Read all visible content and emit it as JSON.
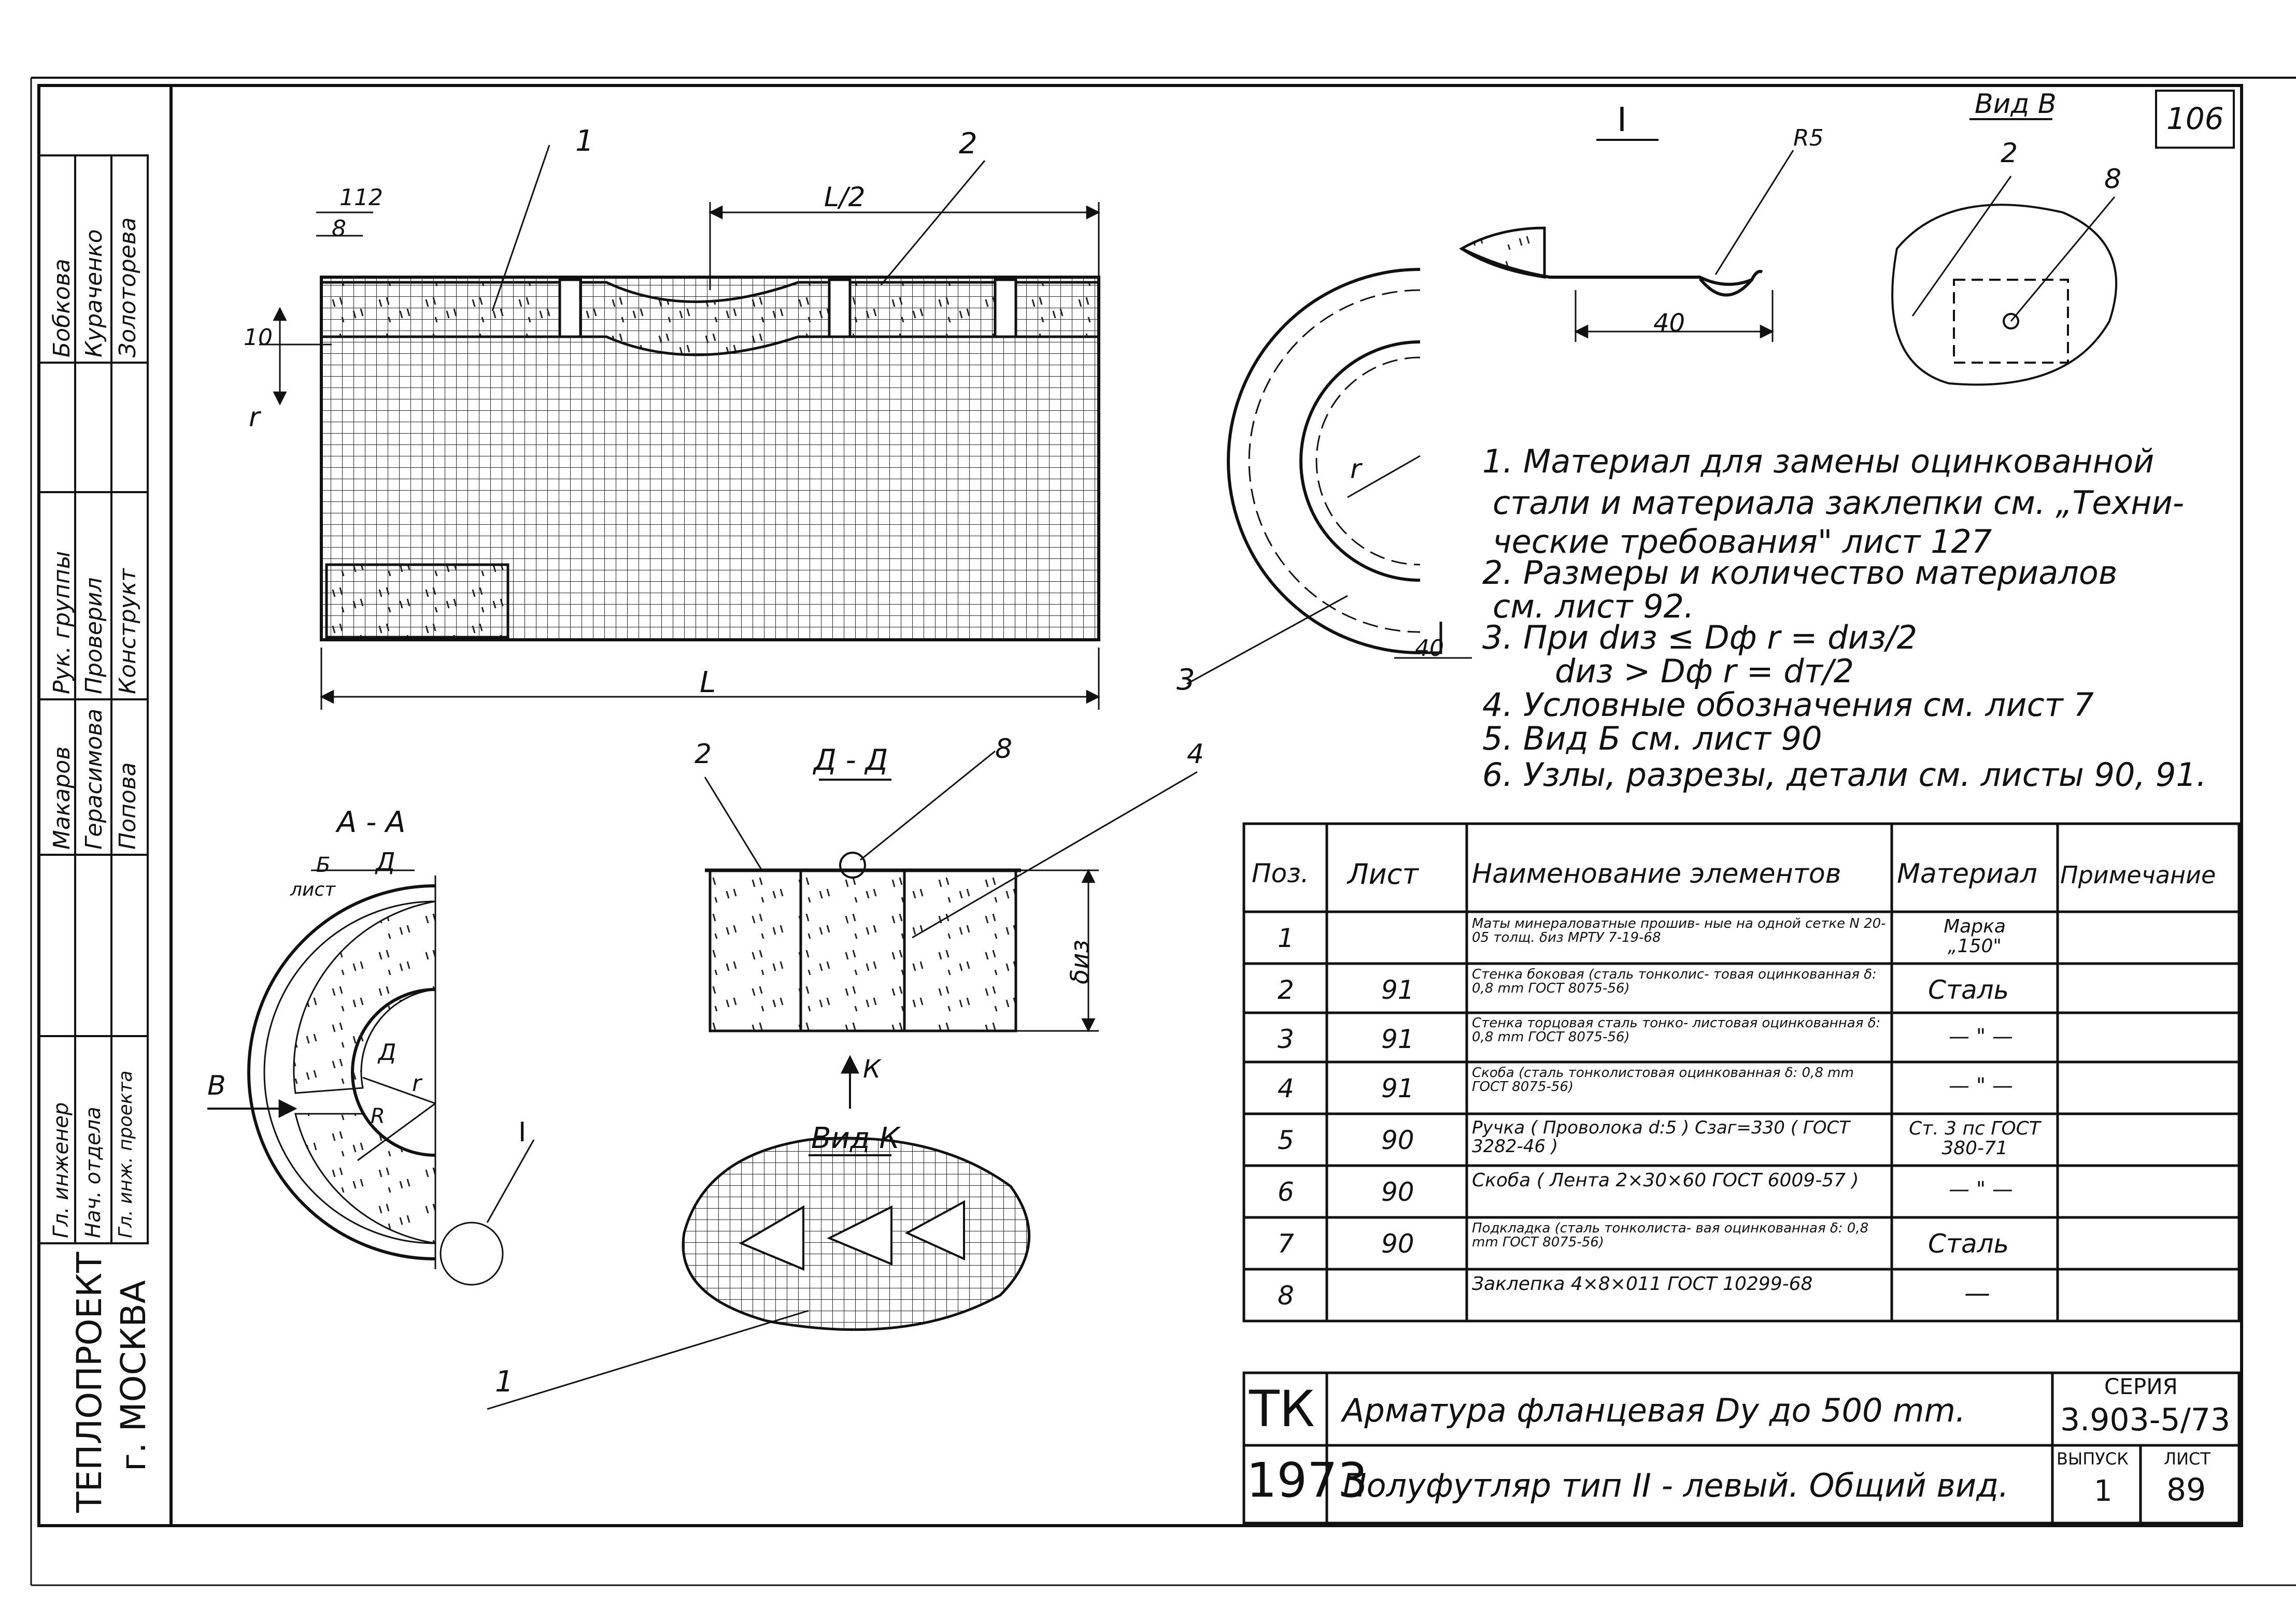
{
  "sheet_number": "106",
  "side_stamp": {
    "columns": [
      {
        "role": "Рук. группы",
        "name": "Бобкова"
      },
      {
        "role": "Проверил",
        "name": "Кураченко"
      },
      {
        "role": "Конструкт",
        "name": "Золоторева"
      },
      {
        "role": "Гл. инженер",
        "name": "Макаров"
      },
      {
        "role": "Нач. отдела",
        "name": "Герасимова"
      },
      {
        "role": "Гл. инж. проекта",
        "name": "Попова"
      }
    ],
    "org_line1": "ТЕПЛОПРОЕКТ",
    "org_line2": "г. МОСКВА"
  },
  "main_view": {
    "callouts": [
      "1",
      "2"
    ],
    "dims": {
      "d112": "112",
      "d8": "8",
      "half_length": "L/2",
      "d10": "10",
      "r": "r",
      "length": "L"
    }
  },
  "detail_I": {
    "title": "I",
    "radius": "R5",
    "dim": "40"
  },
  "view_B": {
    "title": "Вид В",
    "callouts": [
      "2",
      "8"
    ]
  },
  "end_view": {
    "radius": "r",
    "callout": "3",
    "dim": "40"
  },
  "section_AA": {
    "title": "А - А",
    "labels": {
      "view_b_arrow": "Б",
      "sheet_ref": "лист",
      "section_d": "Д",
      "arrow_B": "В",
      "d_inner": "Д",
      "r": "r",
      "R": "R",
      "detail": "I"
    }
  },
  "section_DD": {
    "title": "Д - Д",
    "callouts": [
      "2",
      "8",
      "4"
    ],
    "dims": {
      "thickness": "δиз"
    },
    "arrow": "К"
  },
  "view_K": {
    "title": "Вид К",
    "callout": "1"
  },
  "notes": [
    "1. Материал для замены оцинкованной",
    "стали и материала заклепки см. „Техни-",
    "ческие требования\" лист 127",
    "2. Размеры и количество материалов",
    "см. лист 92.",
    "3. При  dиз ≤ Dф    r = dиз/2",
    "dиз > Dф    r = dт/2",
    "4. Условные обозначения см. лист 7",
    "5. Вид Б см. лист 90",
    "6. Узлы, разрезы, детали см. листы 90, 91."
  ],
  "spec_table": {
    "headers": [
      "Поз.",
      "Лист",
      "Наименование элементов",
      "Материал",
      "Примечание"
    ],
    "rows": [
      {
        "pos": "1",
        "sheet": "",
        "name": "Маты минераловатные прошив- ные на одной сетке N 20-05 толщ. δиз МРТУ 7-19-68",
        "material": "Марка „150\"",
        "note": ""
      },
      {
        "pos": "2",
        "sheet": "91",
        "name": "Стенка боковая (сталь тонколис- товая оцинкованная δ: 0,8 mm ГОСТ 8075-56)",
        "material": "Сталь",
        "note": ""
      },
      {
        "pos": "3",
        "sheet": "91",
        "name": "Стенка торцовая сталь тонко- листовая оцинкованная δ: 0,8 mm ГОСТ 8075-56)",
        "material": "— \" —",
        "note": ""
      },
      {
        "pos": "4",
        "sheet": "91",
        "name": "Скоба (сталь тонколистовая оцинкованная δ: 0,8 mm ГОСТ 8075-56)",
        "material": "— \" —",
        "note": ""
      },
      {
        "pos": "5",
        "sheet": "90",
        "name": "Ручка   ( Проволока d:5 ) Cзаг=330  ( ГОСТ 3282-46 )",
        "material": "Ст. 3 пс ГОСТ 380-71",
        "note": ""
      },
      {
        "pos": "6",
        "sheet": "90",
        "name": "Скоба  ( Лента 2×30×60 ГОСТ 6009-57 )",
        "material": "— \" —",
        "note": ""
      },
      {
        "pos": "7",
        "sheet": "90",
        "name": "Подкладка (сталь тонколиста- вая оцинкованная δ: 0,8 mm ГОСТ 8075-56)",
        "material": "Сталь",
        "note": ""
      },
      {
        "pos": "8",
        "sheet": "",
        "name": "Заклепка  4×8×011 ГОСТ 10299-68",
        "material": "—",
        "note": ""
      }
    ]
  },
  "title_block": {
    "org_code": "ТК",
    "year": "1973",
    "title": "Арматура фланцевая Dу до 500 mm.",
    "subtitle": "Полуфутляр тип II - левый. Общий вид.",
    "series_label": "СЕРИЯ",
    "series": "3.903-5/73",
    "issue_label": "ВЫПУСК",
    "issue": "1",
    "sheet_label": "ЛИСТ",
    "sheet": "89"
  }
}
